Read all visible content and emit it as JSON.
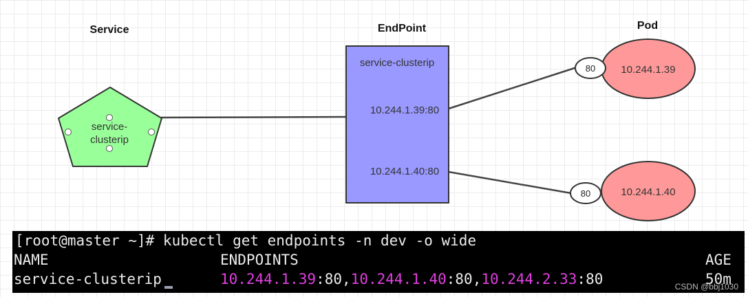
{
  "diagram": {
    "service": {
      "title": "Service",
      "node_lines": [
        "service-",
        "clusterip"
      ],
      "color": "#99ff99"
    },
    "endpoint": {
      "title": "EndPoint",
      "box_label": "service-clusterip",
      "entries": [
        "10.244.1.39:80",
        "10.244.1.40:80"
      ],
      "color": "#9999ff"
    },
    "pod": {
      "title": "Pod",
      "pods": [
        {
          "ip": "10.244.1.39",
          "port": "80"
        },
        {
          "ip": "10.244.1.40",
          "port": "80"
        }
      ],
      "color": "#ff9999"
    }
  },
  "terminal": {
    "command_line": "[root@master ~]# kubectl get endpoints -n dev -o wide",
    "headers": {
      "name": "NAME",
      "endpoints": "ENDPOINTS",
      "age": "AGE"
    },
    "row": {
      "name": "service-clusterip",
      "endpoints": [
        {
          "ip": "10.244.1.39",
          "port": ":80"
        },
        {
          "ip": "10.244.1.40",
          "port": ":80"
        },
        {
          "ip": "10.244.2.33",
          "port": ":80"
        }
      ],
      "age": "50m"
    }
  },
  "watermark": "CSDN @bbj1030"
}
